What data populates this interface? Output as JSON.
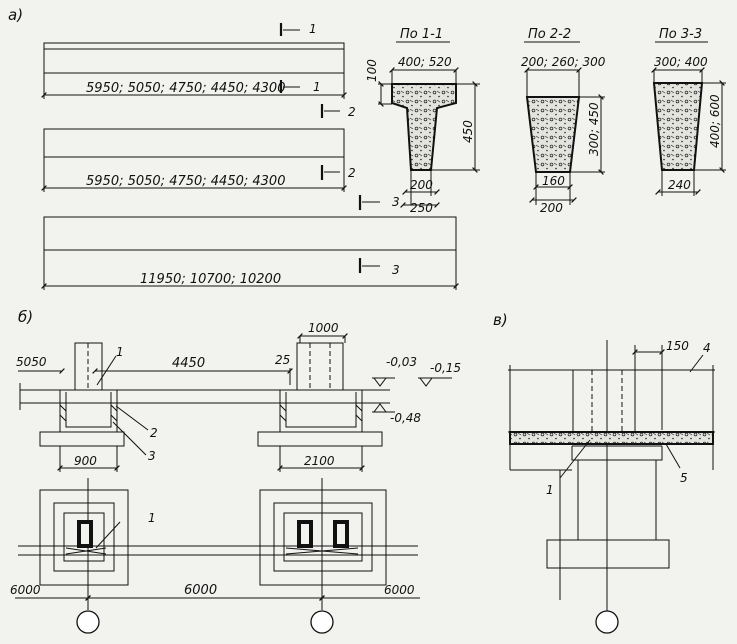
{
  "parts": {
    "a": "а)",
    "b": "б)",
    "v": "в)"
  },
  "beams": {
    "lengths_1": "5950; 5050; 4750; 4450; 4300",
    "lengths_2": "5950; 5050; 4750; 4450; 4300",
    "lengths_3": "11950; 10700; 10200",
    "mark_1": "1",
    "mark_2": "2",
    "mark_3": "3"
  },
  "sections": {
    "s1": {
      "title": "По 1-1",
      "top": "400; 520",
      "flange": "100",
      "height": "450",
      "web": "200",
      "bottom": "250"
    },
    "s2": {
      "title": "По 2-2",
      "top": "200; 260; 300",
      "height": "300; 450",
      "bottom_inner": "160",
      "bottom": "200"
    },
    "s3": {
      "title": "По 3-3",
      "top": "300; 400",
      "height": "400; 600",
      "bottom": "240"
    }
  },
  "plan_b": {
    "d5050": "5050",
    "d4450": "4450",
    "d1000": "1000",
    "d25": "25",
    "lvl_003": "-0,03",
    "lvl_015": "-0,15",
    "lvl_048": "-0,48",
    "d900": "900",
    "d2100": "2100",
    "d6000_l": "6000",
    "d6000_m": "6000",
    "d6000_r": "6000",
    "call_1": "1",
    "call_2": "2",
    "call_3": "3",
    "call_1b": "1"
  },
  "detail_v": {
    "d150": "150",
    "call_4": "4",
    "call_1": "1",
    "call_5": "5"
  }
}
